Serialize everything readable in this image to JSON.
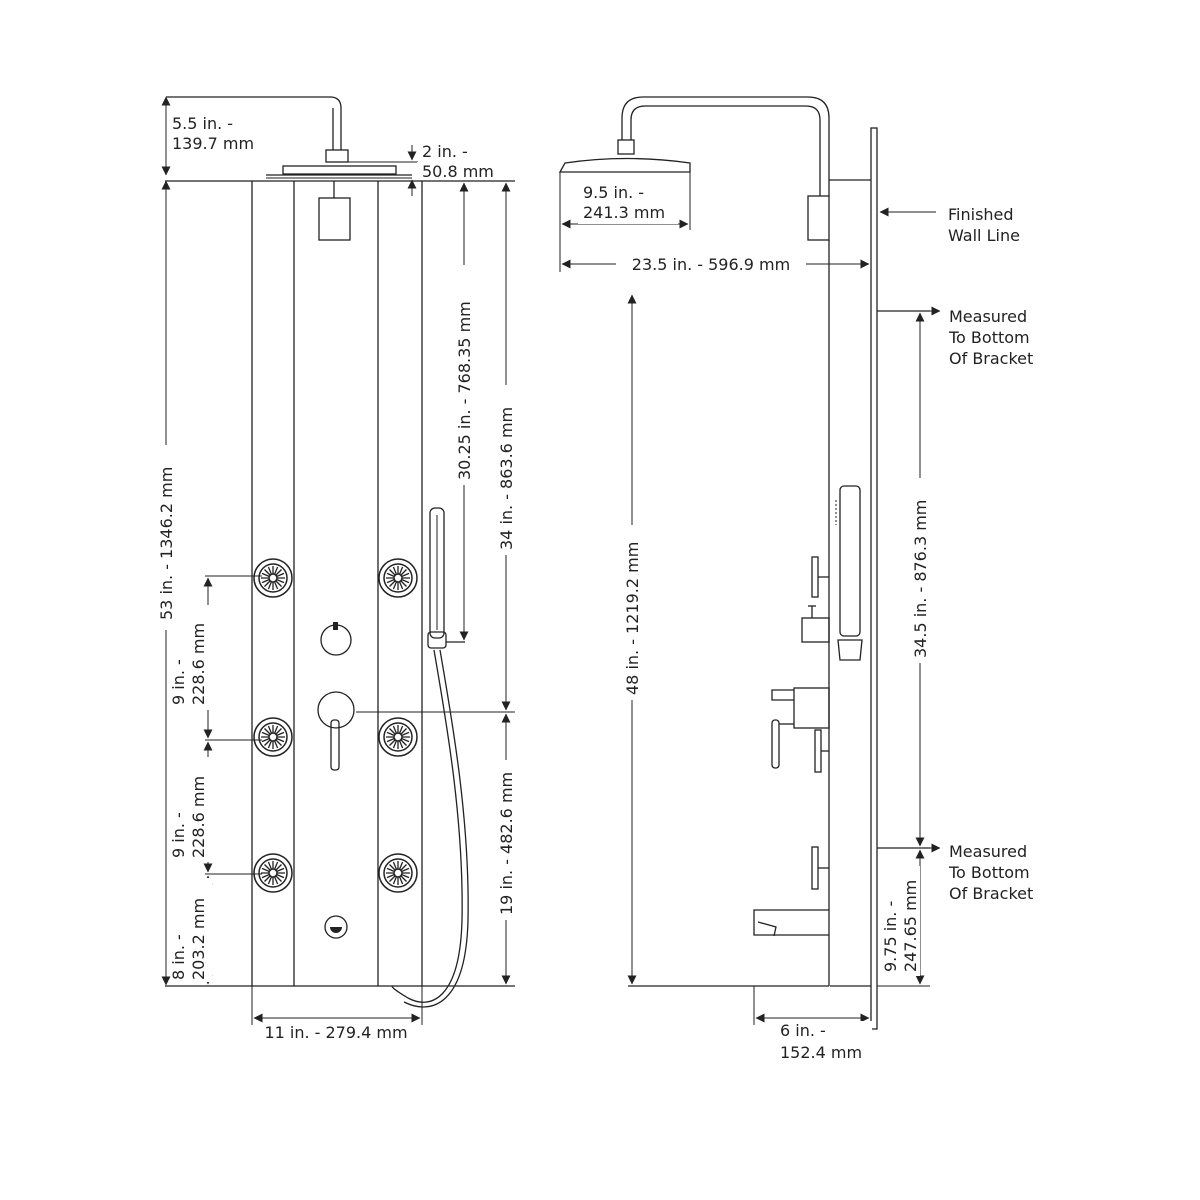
{
  "front": {
    "dims": {
      "arm_rise_a": "5.5 in. -",
      "arm_rise_b": "139.7 mm",
      "head_drop_a": "2 in. -",
      "head_drop_b": "50.8 mm",
      "total_height": "53 in. - 1346.2 mm",
      "handshower_top": "30.25 in. - 768.35 mm",
      "upper_section": "34 in. - 863.6 mm",
      "lower_section": "19 in. - 482.6 mm",
      "jet_spacing_1_a": "9 in. -",
      "jet_spacing_1_b": "228.6 mm",
      "jet_spacing_2_a": "9 in. -",
      "jet_spacing_2_b": "228.6 mm",
      "jet_bottom_a": "8 in. -",
      "jet_bottom_b": "203.2 mm",
      "width": "11 in. - 279.4 mm"
    }
  },
  "side": {
    "dims": {
      "head_width_a": "9.5 in. -",
      "head_width_b": "241.3 mm",
      "arm_reach": "23.5 in. - 596.9 mm",
      "bottom_bracket_height": "48 in. - 1219.2 mm",
      "bracket_spacing": "34.5 in. - 876.3 mm",
      "lower_bracket_a": "9.75 in. -",
      "lower_bracket_b": "247.65 mm",
      "depth_a": "6 in. -",
      "depth_b": "152.4 mm"
    },
    "notes": {
      "wall_line_1": "Finished",
      "wall_line_2": "Wall Line",
      "bracket_top_1": "Measured",
      "bracket_top_2": "To Bottom",
      "bracket_top_3": "Of Bracket",
      "bracket_bottom_1": "Measured",
      "bracket_bottom_2": "To Bottom",
      "bracket_bottom_3": "Of Bracket"
    }
  }
}
